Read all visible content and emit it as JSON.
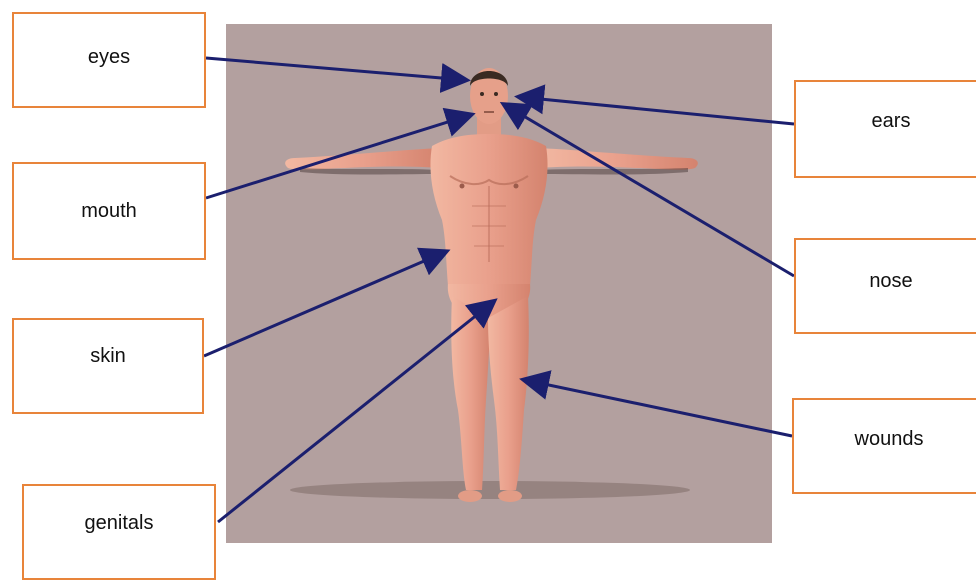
{
  "labels": {
    "eyes": "eyes",
    "mouth": "mouth",
    "skin": "skin",
    "genitals": "genitals",
    "ears": "ears",
    "nose": "nose",
    "wounds": "wounds"
  },
  "colors": {
    "box_border": "#e8843a",
    "arrow": "#1b1f6e",
    "background_panel": "#b3a09f",
    "body_skin": "#e7a28c"
  }
}
